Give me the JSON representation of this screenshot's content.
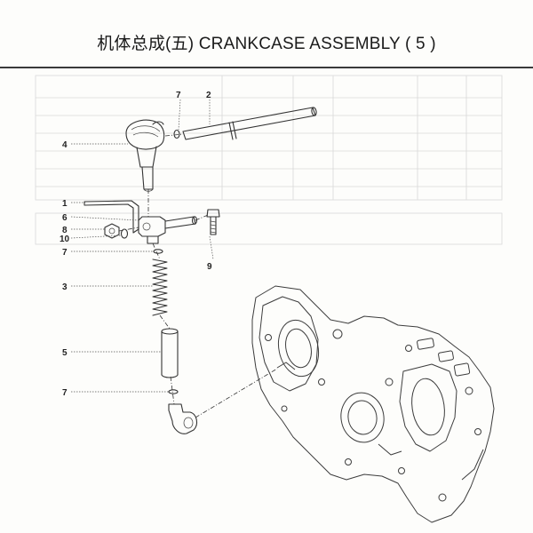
{
  "header": {
    "title": "机体总成(五) CRANKCASE ASSEMBLY ( 5 )"
  },
  "diagram": {
    "callouts": [
      {
        "id": "c7a",
        "label": "7"
      },
      {
        "id": "c2",
        "label": "2"
      },
      {
        "id": "c4",
        "label": "4"
      },
      {
        "id": "c1",
        "label": "1"
      },
      {
        "id": "c6",
        "label": "6"
      },
      {
        "id": "c8",
        "label": "8"
      },
      {
        "id": "c10",
        "label": "10"
      },
      {
        "id": "c7b",
        "label": "7"
      },
      {
        "id": "c9",
        "label": "9"
      },
      {
        "id": "c3",
        "label": "3"
      },
      {
        "id": "c5",
        "label": "5"
      },
      {
        "id": "c7c",
        "label": "7"
      }
    ]
  },
  "colors": {
    "ink": "#333333",
    "paper": "#fdfdfb",
    "ghost": "#d9d9d9"
  }
}
